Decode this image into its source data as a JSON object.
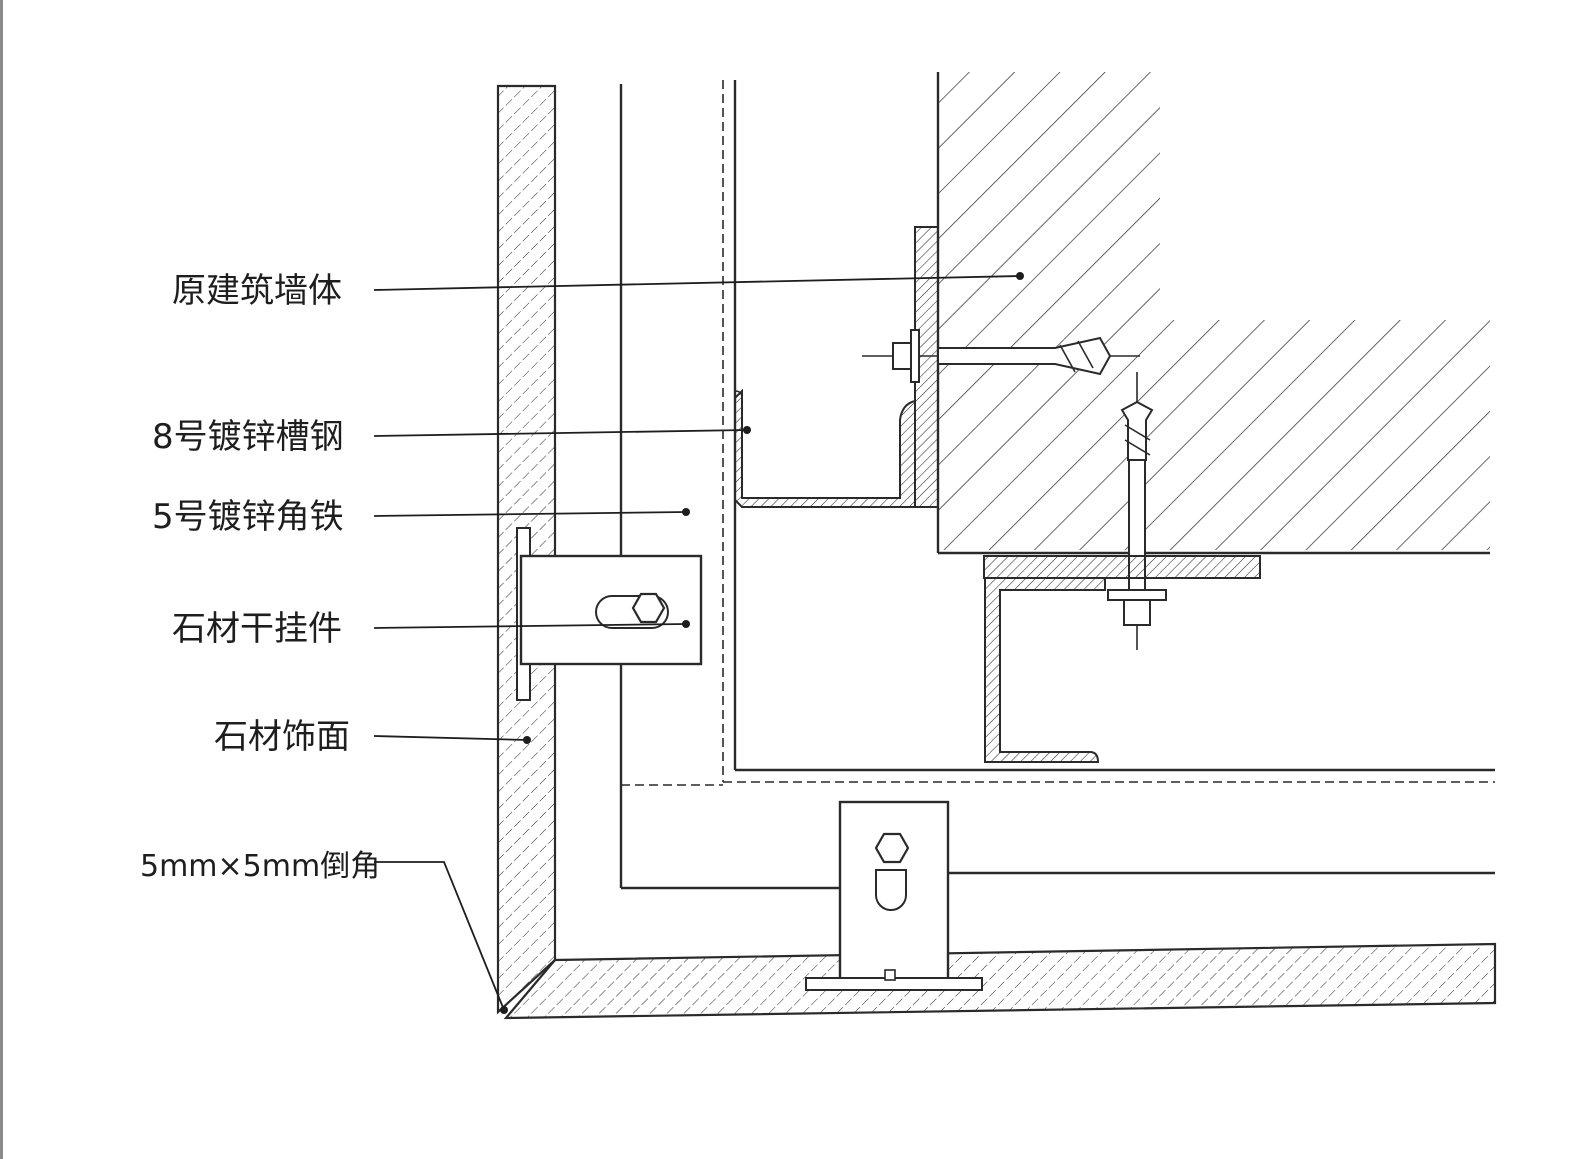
{
  "labels": {
    "wall": "原建筑墙体",
    "channel_steel": "8号镀锌槽钢",
    "angle_iron": "5号镀锌角铁",
    "dry_hanger": "石材干挂件",
    "stone_facing": "石材饰面",
    "chamfer": "5mm×5mm倒角"
  },
  "colors": {
    "line": "#2a2a2a",
    "text": "#1e1e1e",
    "background": "#ffffff"
  }
}
